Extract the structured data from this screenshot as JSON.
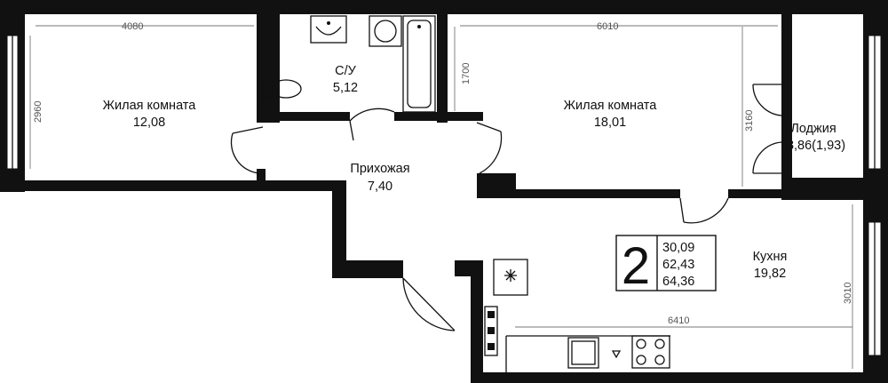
{
  "rooms": [
    {
      "id": "living1",
      "name": "Жилая комната",
      "area": "12,08"
    },
    {
      "id": "bathroom",
      "name": "С/У",
      "area": "5,12"
    },
    {
      "id": "living2",
      "name": "Жилая комната",
      "area": "18,01"
    },
    {
      "id": "loggia",
      "name": "Лоджия",
      "area": "3,86(1,93)"
    },
    {
      "id": "hallway",
      "name": "Прихожая",
      "area": "7,40"
    },
    {
      "id": "kitchen",
      "name": "Кухня",
      "area": "19,82"
    }
  ],
  "dimensions": {
    "living1_width": "4080",
    "living1_height": "2960",
    "bath_height": "1700",
    "living2_width": "6010",
    "living2_height": "3160",
    "kitchen_width": "6410",
    "kitchen_height": "3010"
  },
  "summary": {
    "room_count": "2",
    "living_area": "30,09",
    "total_area": "62,43",
    "total_area_with_loggia": "64,36"
  }
}
